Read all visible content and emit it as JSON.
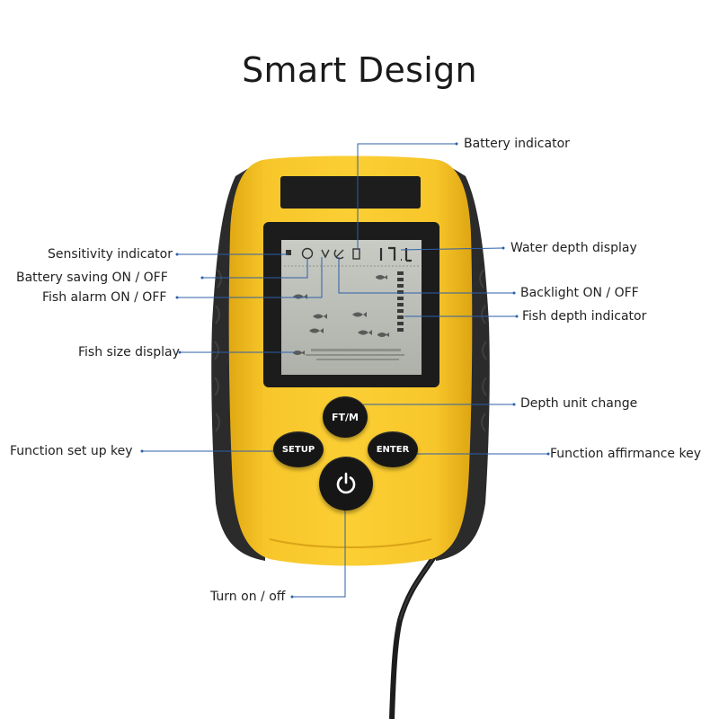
{
  "title": "Smart Design",
  "labels": {
    "battery_indicator": "Battery indicator",
    "sensitivity_indicator": "Sensitivity indicator",
    "water_depth_display": "Water depth display",
    "battery_saving": "Battery saving ON / OFF",
    "fish_alarm": "Fish alarm ON / OFF",
    "backlight": "Backlight ON / OFF",
    "fish_depth_indicator": "Fish depth indicator",
    "fish_size_display": "Fish size display",
    "depth_unit_change": "Depth unit change",
    "function_set_up_key": "Function set up key",
    "function_affirmance_key": "Function affirmance key",
    "turn_on_off": "Turn on / off"
  },
  "buttons": {
    "ftm": "FT/M",
    "setup": "SETUP",
    "enter": "ENTER",
    "power_icon": "power-icon"
  },
  "screen": {
    "depth_readout": "17.1"
  },
  "colors": {
    "body_yellow": "#f5c320",
    "grip_dark": "#2a2a2a",
    "lcd": "#b9bcb5",
    "callout_line": "#2d5fa8"
  }
}
